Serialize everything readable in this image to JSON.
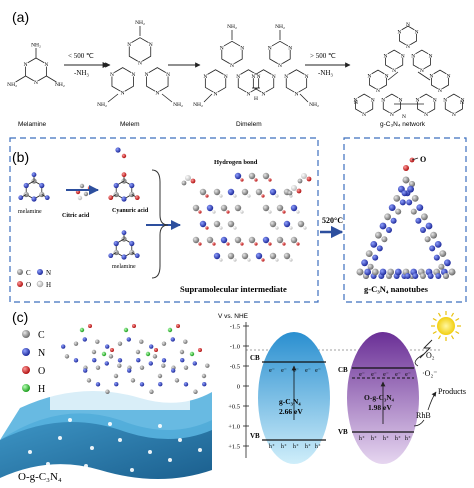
{
  "panel_a": {
    "label": "(a)",
    "compounds": [
      {
        "key": "melamine",
        "name": "Melamine",
        "nh2": "NH₂"
      },
      {
        "key": "melem",
        "name": "Melem"
      },
      {
        "key": "dimelem",
        "name": "Dimelem"
      },
      {
        "key": "network",
        "name": "g-C₃N₄ network"
      }
    ],
    "steps": [
      {
        "condition": "< 500 ℃",
        "byproduct": "-NH₃"
      },
      {
        "condition": "> 500 ℃",
        "byproduct": "-NH₃"
      }
    ],
    "atoms": {
      "nitrogen": "N",
      "hydrogen": "H",
      "amine": "NH₂"
    }
  },
  "panel_b": {
    "label": "(b)",
    "labels": {
      "melamine_top": "melamine",
      "citric_acid": "Citric acid",
      "cyanuric_acid": "Cyanuric acid",
      "melamine_bottom": "melamine",
      "hydrogen_bond": "Hydrogen bond",
      "intermediate": "Supramolecular intermediate",
      "temperature": "520°C",
      "nanotubes": "g-C₃N₄ nanotubes",
      "oxygen": "O"
    },
    "legend": [
      {
        "symbol": "C",
        "color": "#8c8c8c"
      },
      {
        "symbol": "N",
        "color": "#2f3fbf"
      },
      {
        "symbol": "O",
        "color": "#d22020"
      },
      {
        "symbol": "H",
        "color": "#e8e8e8"
      }
    ]
  },
  "panel_c": {
    "label": "(c)",
    "legend": [
      {
        "symbol": "C",
        "color": "#9a9a9a"
      },
      {
        "symbol": "N",
        "color": "#2b3fd0"
      },
      {
        "symbol": "O",
        "color": "#e02020"
      },
      {
        "symbol": "H",
        "color": "#42d042"
      }
    ],
    "material_label": "O-g-C₃N₄",
    "axis_title": "V vs. NHE",
    "ticks": [
      "-1.5",
      "-1.0",
      "-0.5",
      "0",
      "+0.5",
      "+1.0",
      "+1.5"
    ],
    "cb": "CB",
    "vb": "VB",
    "electron": "e⁻",
    "hole": "h⁺",
    "band_left": {
      "name": "g-C₃N₄",
      "gap": "2.66 eV",
      "color": "#47a9da"
    },
    "band_right": {
      "name": "O-g-C₃N₄",
      "gap": "1.98 eV",
      "color": "#8a4fae"
    },
    "reaction": {
      "o2": "O₂",
      "superoxide": "·O₂⁻",
      "products": "Products",
      "rhb": "RhB"
    }
  }
}
